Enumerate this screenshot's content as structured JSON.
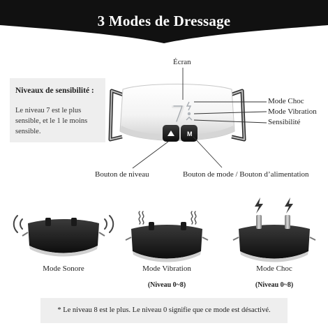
{
  "banner": {
    "title": "3 Modes de Dressage"
  },
  "sensitivity": {
    "title": "Niveaux de sensibilité :",
    "text": "Le niveau 7 est le plus sensible, et le 1 le moins sensible."
  },
  "device": {
    "screen_label": "Écran",
    "display_digit": "7",
    "button_level_label": "Bouton de niveau",
    "button_mode_label": "Bouton de mode / Bouton d’alimentation",
    "mode_button_glyph": "M",
    "level_button_glyph": "▲",
    "callouts": {
      "shock": "Mode Choc",
      "vibration": "Mode Vibration",
      "sensitivity": "Sensibilité"
    }
  },
  "modes": [
    {
      "name": "Mode Sonore",
      "range": "",
      "icon": "sound-waves-icon"
    },
    {
      "name": "Mode Vibration",
      "range": "(Niveau 0~8)",
      "icon": "vibration-icon"
    },
    {
      "name": "Mode Choc",
      "range": "(Niveau 0~8)",
      "icon": "lightning-icon"
    }
  ],
  "footnote": "* Le niveau 8 est le plus. Le niveau 0 signifie que ce mode est désactivé.",
  "colors": {
    "banner": "#111111",
    "box": "#eeeeee",
    "device_dark": "#1a1a1a"
  }
}
